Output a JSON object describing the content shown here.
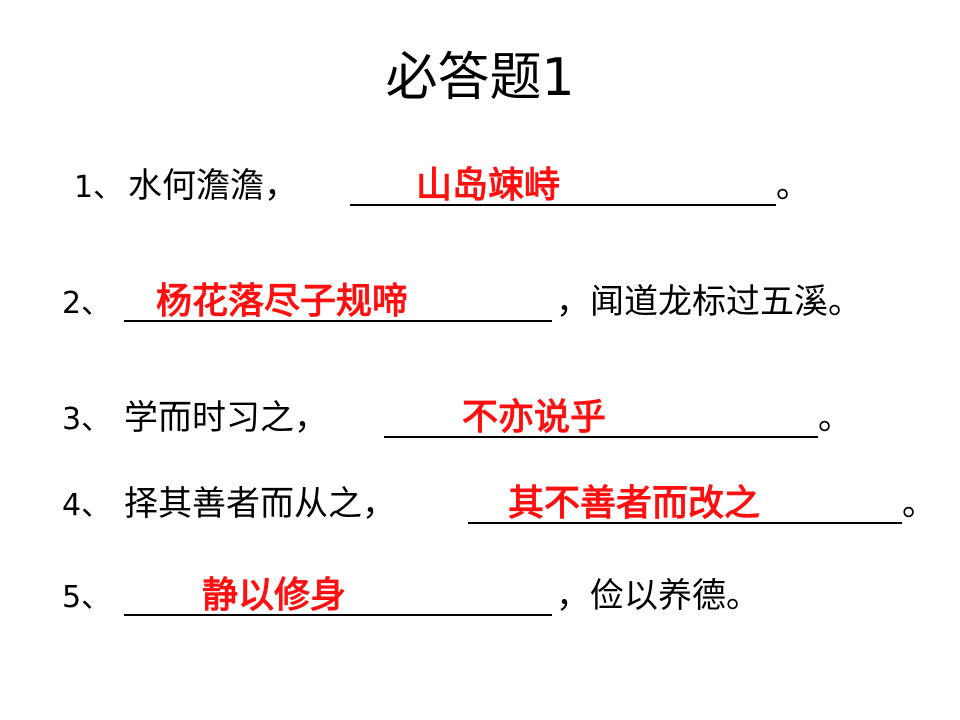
{
  "title": "必答题1",
  "accent_color": "#ff1010",
  "questions": [
    {
      "number": "1、",
      "before": "水何澹澹，",
      "answer": "山岛竦峙",
      "after": "。"
    },
    {
      "number": "2、",
      "before": "",
      "answer": "杨花落尽子规啼",
      "after": "，闻道龙标过五溪。"
    },
    {
      "number": "3、",
      "before": "学而时习之，",
      "answer": "不亦说乎",
      "after": "。"
    },
    {
      "number": "4、",
      "before": "择其善者而从之，",
      "answer": "其不善者而改之",
      "after": "。"
    },
    {
      "number": "5、",
      "before": "",
      "answer": "静以修身",
      "after": "，俭以养德。"
    }
  ]
}
